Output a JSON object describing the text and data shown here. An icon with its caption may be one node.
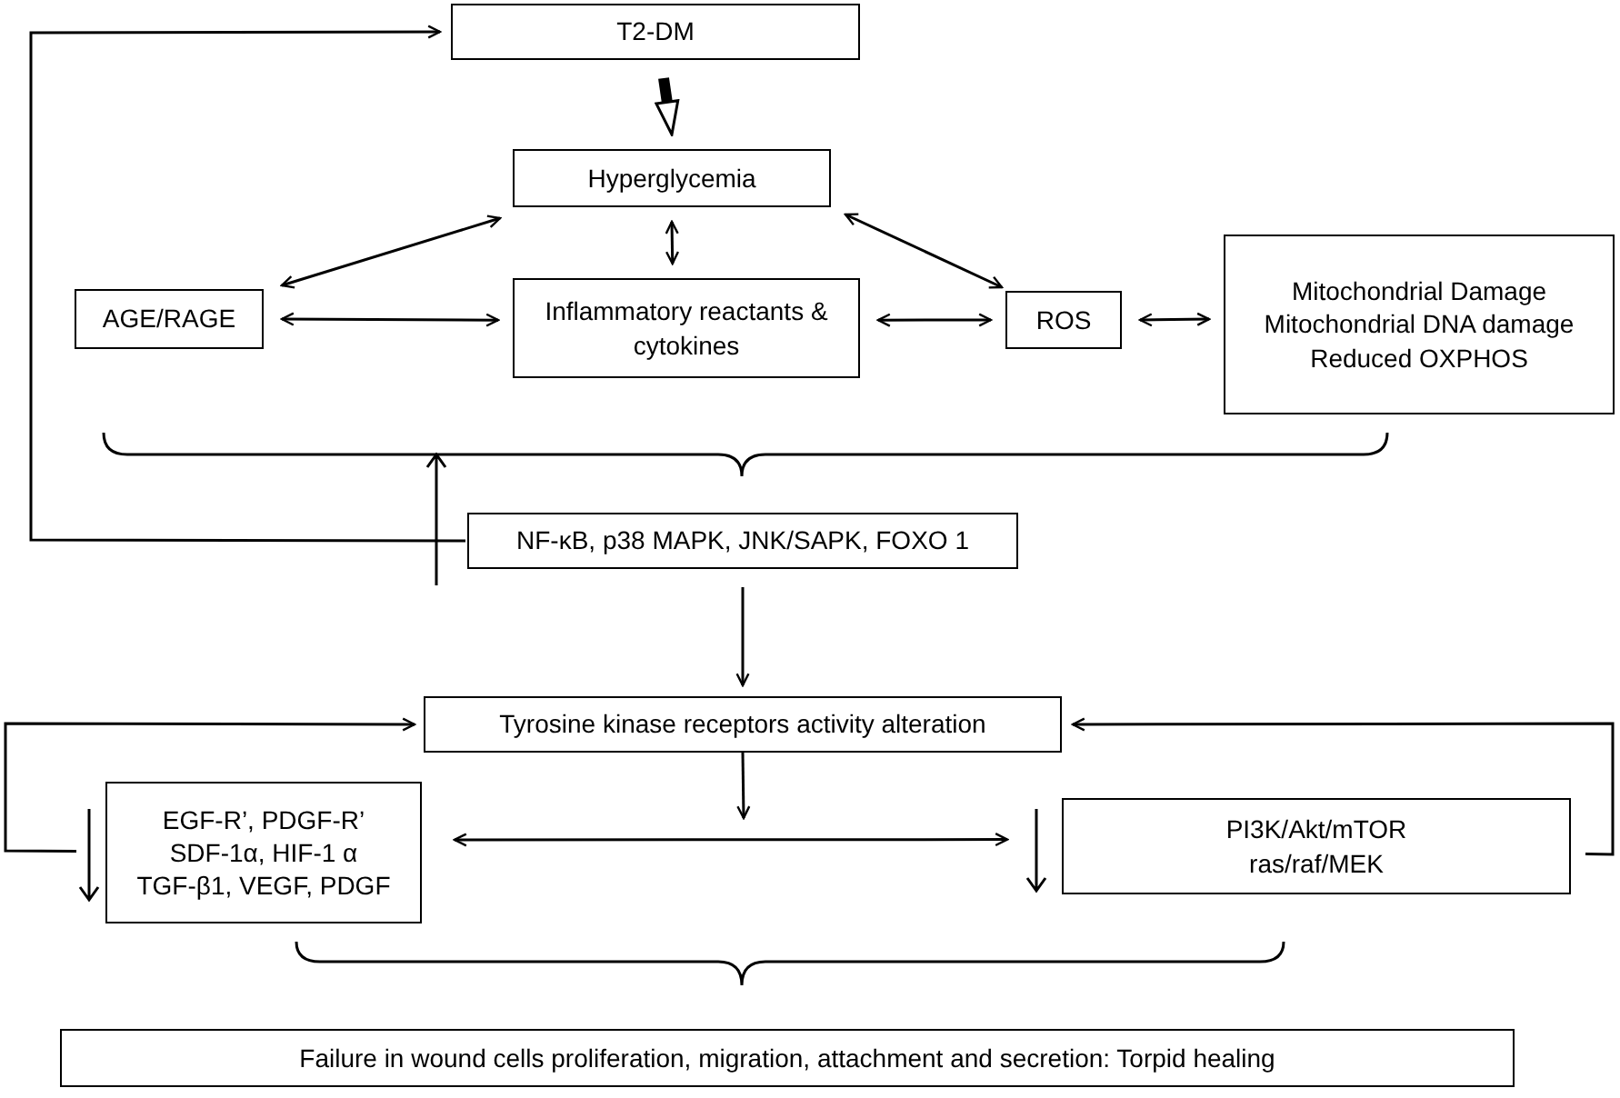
{
  "diagram": {
    "nodes": [
      {
        "text": [
          "T2-DM"
        ]
      },
      {
        "text": [
          "Hyperglycemia"
        ]
      },
      {
        "text": [
          "AGE/RAGE"
        ]
      },
      {
        "text": [
          "Inflammatory reactants & cytokines"
        ]
      },
      {
        "text": [
          "ROS"
        ]
      },
      {
        "text": [
          "Mitochondrial Damage",
          "Mitochondrial DNA damage",
          "Reduced OXPHOS"
        ]
      },
      {
        "text": [
          "NF-κB, p38 MAPK, JNK/SAPK, FOXO 1"
        ]
      },
      {
        "text": [
          "Tyrosine kinase receptors activity alteration"
        ]
      },
      {
        "text": [
          "EGF-R’, PDGF-R’",
          "SDF-1α, HIF-1 α",
          "TGF-β1, VEGF, PDGF"
        ]
      },
      {
        "text": [
          "PI3K/Akt/mTOR",
          "ras/raf/MEK"
        ]
      },
      {
        "text": [
          "Failure  in wound cells proliferation, migration, attachment and secretion: Torpid healing"
        ]
      }
    ],
    "edges": [
      {
        "from": 0,
        "to": 1,
        "arrow": "to",
        "style": "thick"
      },
      {
        "from": 1,
        "to": 2,
        "arrow": "both"
      },
      {
        "from": 1,
        "to": 3,
        "arrow": "both"
      },
      {
        "from": 1,
        "to": 4,
        "arrow": "both"
      },
      {
        "from": 2,
        "to": 3,
        "arrow": "both"
      },
      {
        "from": 3,
        "to": 4,
        "arrow": "both"
      },
      {
        "from": 4,
        "to": 5,
        "arrow": "both"
      },
      {
        "from": 6,
        "to": 0,
        "arrow": "to"
      },
      {
        "from": 6,
        "to": 7,
        "arrow": "to"
      },
      {
        "from": 8,
        "to": 7,
        "arrow": "to"
      },
      {
        "from": 9,
        "to": 7,
        "arrow": "to"
      },
      {
        "from": 7,
        "to": null,
        "arrow": "to"
      },
      {
        "from": 8,
        "to": 9,
        "arrow": "both"
      }
    ]
  }
}
